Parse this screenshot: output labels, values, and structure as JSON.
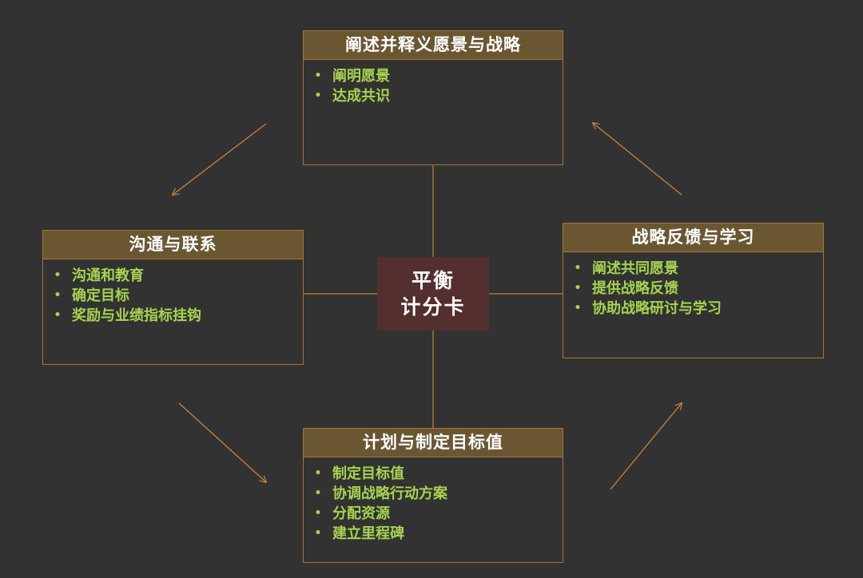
{
  "center": {
    "line1": "平衡",
    "line2": "计分卡"
  },
  "boxes": {
    "top": {
      "title": "阐述并释义愿景与战略",
      "items": [
        "阐明愿景",
        "达成共识"
      ]
    },
    "left": {
      "title": "沟通与联系",
      "items": [
        "沟通和教育",
        "确定目标",
        "奖励与业绩指标挂钩"
      ]
    },
    "right": {
      "title": "战略反馈与学习",
      "items": [
        "阐述共同愿景",
        "提供战略反馈",
        "协助战略研讨与学习"
      ]
    },
    "bottom": {
      "title": "计划与制定目标值",
      "items": [
        "制定目标值",
        "协调战略行动方案",
        "分配资源",
        "建立里程碑"
      ]
    }
  },
  "bullet_symbol": "•",
  "colors": {
    "background": "#323232",
    "box_border": "#a9752f",
    "header_fill": "#6a5732",
    "item_text": "#a7d34f",
    "center_fill": "#542f2f",
    "connector": "#a9752f"
  }
}
